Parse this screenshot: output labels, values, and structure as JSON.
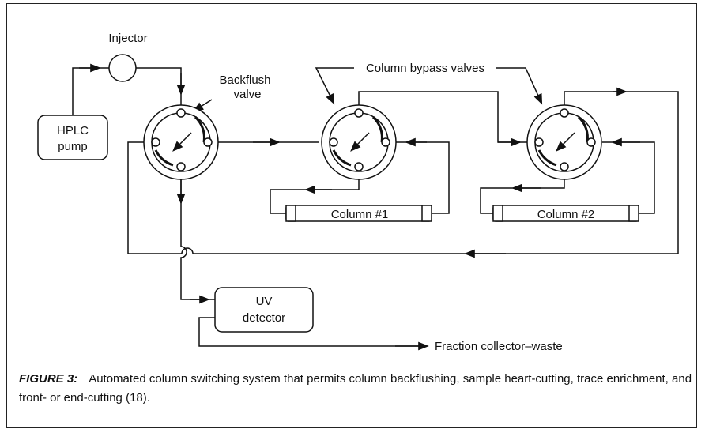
{
  "labels": {
    "injector": "Injector",
    "backflush_valve_line1": "Backflush",
    "backflush_valve_line2": "valve",
    "bypass_valves": "Column bypass valves",
    "hplc_pump_line1": "HPLC",
    "hplc_pump_line2": "pump",
    "column1": "Column #1",
    "column2": "Column #2",
    "uv_detector_line1": "UV",
    "uv_detector_line2": "detector",
    "fraction_collector": "Fraction collector–waste"
  },
  "caption": {
    "label": "FIGURE 3:",
    "text": "Automated column switching system that permits column backflushing, sample heart-cutting, trace enrichment, and front- or end-cutting (18)."
  }
}
